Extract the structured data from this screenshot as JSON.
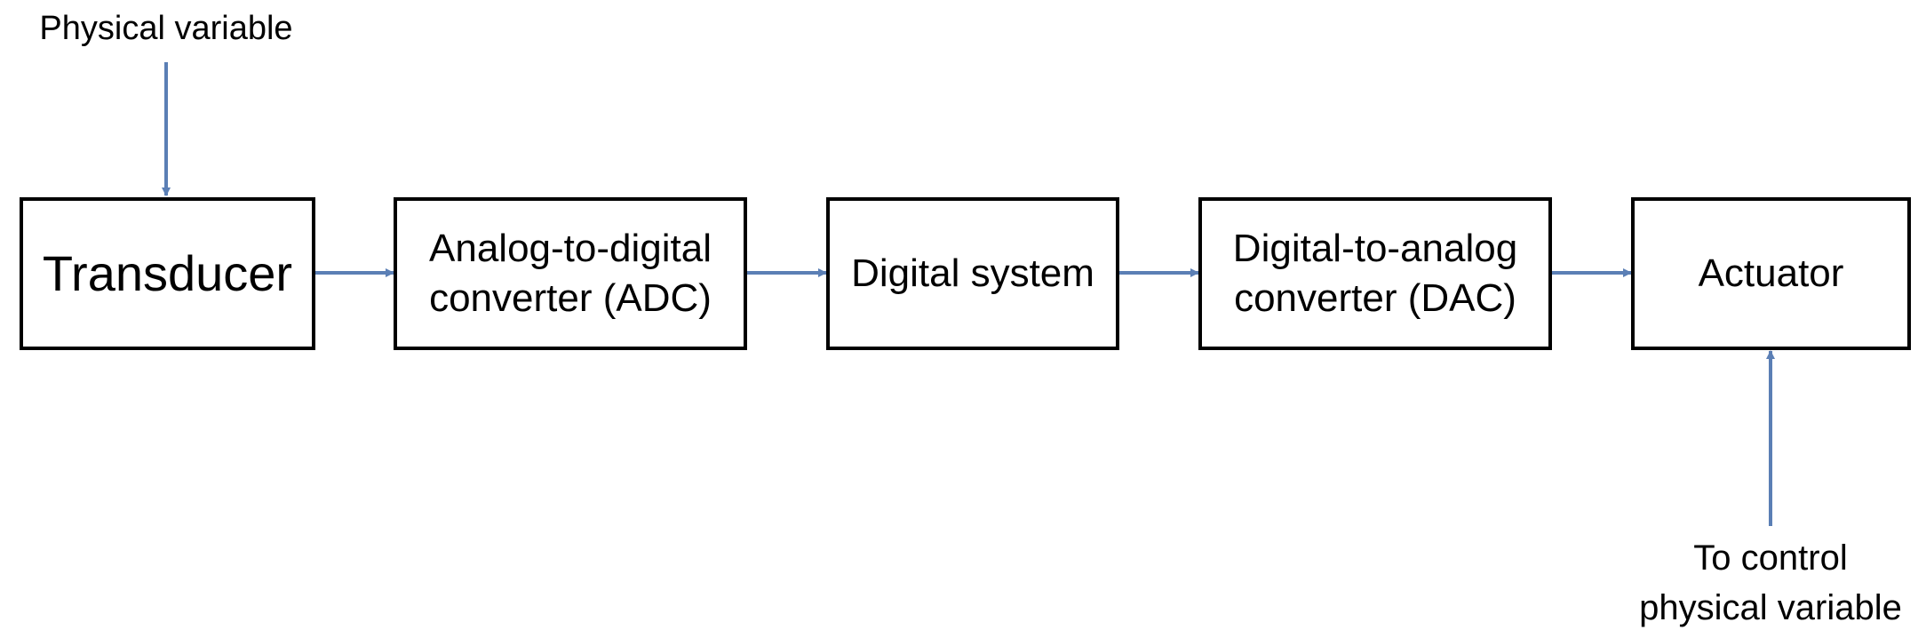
{
  "inputs": {
    "top_label": "Physical variable",
    "bottom_label_line1": "To control",
    "bottom_label_line2": "physical variable"
  },
  "blocks": [
    {
      "id": "transducer",
      "lines": [
        "Transducer"
      ]
    },
    {
      "id": "adc",
      "lines": [
        "Analog-to-digital",
        "converter (ADC)"
      ]
    },
    {
      "id": "digital-system",
      "lines": [
        "Digital system"
      ]
    },
    {
      "id": "dac",
      "lines": [
        "Digital-to-analog",
        "converter (DAC)"
      ]
    },
    {
      "id": "actuator",
      "lines": [
        "Actuator"
      ]
    }
  ],
  "colors": {
    "arrow": "#5B7FB5",
    "box_border": "#000000",
    "text": "#000000"
  }
}
